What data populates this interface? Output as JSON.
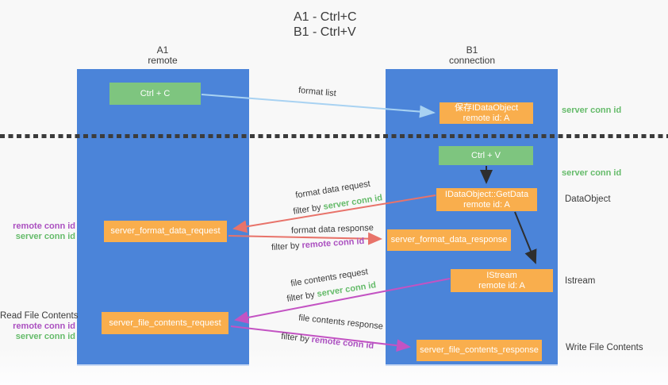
{
  "title": {
    "line1": "A1 - Ctrl+C",
    "line2": "B1 - Ctrl+V"
  },
  "lanes": {
    "left": {
      "id": "A1",
      "role": "remote"
    },
    "right": {
      "id": "B1",
      "role": "connection"
    }
  },
  "nodes": {
    "ctrl_c": {
      "label": "Ctrl + C"
    },
    "ctrl_v": {
      "label": "Ctrl + V"
    },
    "save_dataobject": {
      "line1": "保存IDataObject",
      "line2": "remote id: A"
    },
    "getdata": {
      "line1": "IDataObject::GetData",
      "line2": "remote id: A"
    },
    "istream": {
      "line1": "IStream",
      "line2": "remote id: A"
    },
    "format_request": {
      "label": "server_format_data_request"
    },
    "format_response": {
      "label": "server_format_data_response"
    },
    "file_request": {
      "label": "server_file_contents_request"
    },
    "file_response": {
      "label": "server_file_contents_response"
    }
  },
  "flows": {
    "format_list": {
      "label": "format list"
    },
    "format_data_request": {
      "label": "format data request",
      "filter_prefix": "filter by",
      "filter_key": "server conn id"
    },
    "format_data_response": {
      "label": "format data response",
      "filter_prefix": "filter by",
      "filter_key": "remote conn id"
    },
    "file_contents_request": {
      "label": "file contents request",
      "filter_prefix": "filter by",
      "filter_key": "server conn id"
    },
    "file_contents_response": {
      "label": "file contents response",
      "filter_prefix": "filter by",
      "filter_key": "remote conn id"
    }
  },
  "annotations": {
    "right": {
      "server_conn_id_top": "server conn id",
      "server_conn_id_mid": "server conn id",
      "dataobject": "DataObject",
      "istream": "Istream",
      "write_file_contents": "Write File Contents"
    },
    "left": {
      "remote_conn_id_top": "remote conn id",
      "server_conn_id_top": "server conn id",
      "read_file_contents": "Read File Contents",
      "remote_conn_id_bottom": "remote conn id",
      "server_conn_id_bottom": "server conn id"
    }
  },
  "colors": {
    "lane_blue": "#4b84d9",
    "node_green": "#7ec57f",
    "node_orange": "#f9ae4d",
    "arrow_lightblue": "#a8d2f2",
    "arrow_red": "#e8736a",
    "arrow_purple": "#c353c3",
    "arrow_black": "#2e2e2e",
    "text_green": "#65bb6a",
    "text_purple": "#ab50c0",
    "text_dark": "#3a3a3a"
  }
}
